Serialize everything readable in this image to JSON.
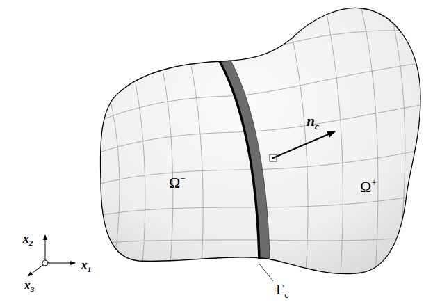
{
  "diagram": {
    "labels": [
      "Ω−",
      "Ω+",
      "nc",
      "Γc",
      "x2",
      "x1",
      "x3"
    ]
  }
}
